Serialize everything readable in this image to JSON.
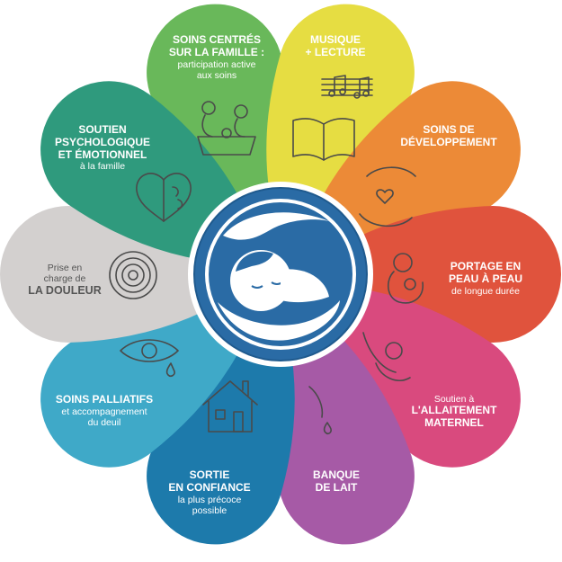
{
  "colors": {
    "family": "#69b85a",
    "music": "#e6dd42",
    "development": "#ec8a37",
    "skin": "#e0533d",
    "breastfeeding": "#d94a7e",
    "milkbank": "#a65aa6",
    "discharge": "#1d7aab",
    "palliative": "#3fa9c8",
    "pain": "#d3d0cf",
    "psych": "#2f9a7d",
    "center": "#2a6ba5"
  },
  "petals": {
    "family": {
      "title_1": "SOINS CENTRÉS",
      "title_2": "SUR LA FAMILLE :",
      "sub_1": "participation active",
      "sub_2": "aux soins"
    },
    "music": {
      "title_1": "MUSIQUE",
      "title_2": "+ LECTURE"
    },
    "development": {
      "title_1": "SOINS DE",
      "title_2": "DÉVELOPPEMENT"
    },
    "skin": {
      "title_1": "PORTAGE EN",
      "title_2": "PEAU À PEAU",
      "sub_1": "de longue durée"
    },
    "breastfeeding": {
      "sub_1": "Soutien à",
      "title_1": "L'ALLAITEMENT",
      "title_2": "MATERNEL"
    },
    "milkbank": {
      "title_1": "BANQUE",
      "title_2": "DE LAIT"
    },
    "discharge": {
      "title_1": "SORTIE",
      "title_2": "EN CONFIANCE",
      "sub_1": "la plus précoce",
      "sub_2": "possible"
    },
    "palliative": {
      "title_1": "SOINS PALLIATIFS",
      "sub_1": "et accompagnement",
      "sub_2": "du deuil"
    },
    "pain": {
      "sub_1": "Prise en",
      "sub_2": "charge de",
      "title_1": "LA DOULEUR"
    },
    "psych": {
      "title_1": "SOUTIEN",
      "title_2": "PSYCHOLOGIQUE",
      "title_3": "ET ÉMOTIONNEL",
      "sub_1": "à la famille"
    }
  }
}
